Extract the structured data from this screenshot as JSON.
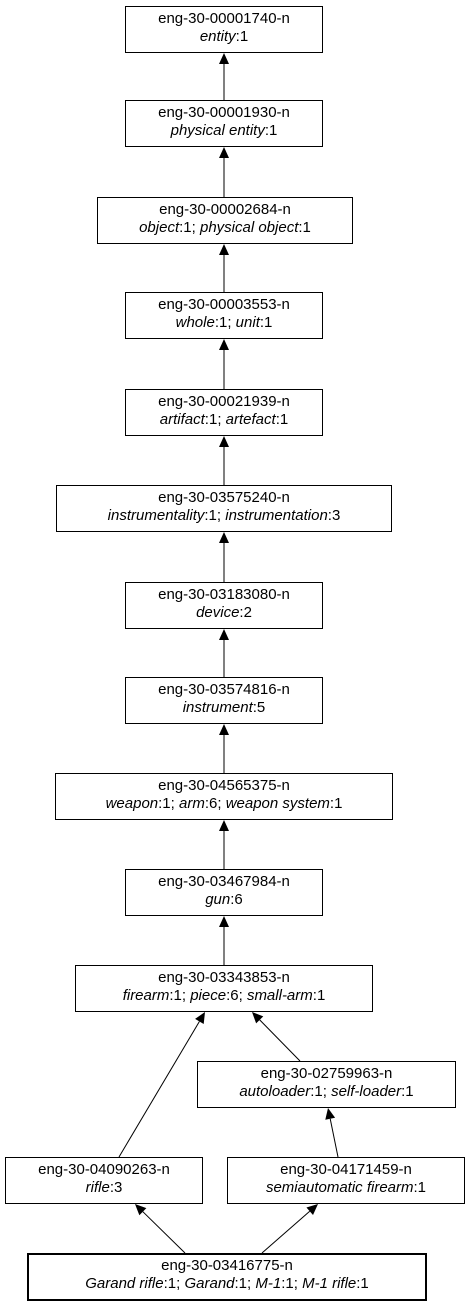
{
  "nodes": [
    {
      "key": "n1",
      "id": "eng-30-00001740-n",
      "lemmas": [
        {
          "w": "entity",
          "s": "1"
        }
      ]
    },
    {
      "key": "n2",
      "id": "eng-30-00001930-n",
      "lemmas": [
        {
          "w": "physical entity",
          "s": "1"
        }
      ]
    },
    {
      "key": "n3",
      "id": "eng-30-00002684-n",
      "lemmas": [
        {
          "w": "object",
          "s": "1"
        },
        {
          "w": "physical object",
          "s": "1"
        }
      ]
    },
    {
      "key": "n4",
      "id": "eng-30-00003553-n",
      "lemmas": [
        {
          "w": "whole",
          "s": "1"
        },
        {
          "w": "unit",
          "s": "1"
        }
      ]
    },
    {
      "key": "n5",
      "id": "eng-30-00021939-n",
      "lemmas": [
        {
          "w": "artifact",
          "s": "1"
        },
        {
          "w": "artefact",
          "s": "1"
        }
      ]
    },
    {
      "key": "n6",
      "id": "eng-30-03575240-n",
      "lemmas": [
        {
          "w": "instrumentality",
          "s": "1"
        },
        {
          "w": "instrumentation",
          "s": "3"
        }
      ]
    },
    {
      "key": "n7",
      "id": "eng-30-03183080-n",
      "lemmas": [
        {
          "w": "device",
          "s": "2"
        }
      ]
    },
    {
      "key": "n8",
      "id": "eng-30-03574816-n",
      "lemmas": [
        {
          "w": "instrument",
          "s": "5"
        }
      ]
    },
    {
      "key": "n9",
      "id": "eng-30-04565375-n",
      "lemmas": [
        {
          "w": "weapon",
          "s": "1"
        },
        {
          "w": "arm",
          "s": "6"
        },
        {
          "w": "weapon system",
          "s": "1"
        }
      ]
    },
    {
      "key": "n10",
      "id": "eng-30-03467984-n",
      "lemmas": [
        {
          "w": "gun",
          "s": "6"
        }
      ]
    },
    {
      "key": "n11",
      "id": "eng-30-03343853-n",
      "lemmas": [
        {
          "w": "firearm",
          "s": "1"
        },
        {
          "w": "piece",
          "s": "6"
        },
        {
          "w": "small-arm",
          "s": "1"
        }
      ]
    },
    {
      "key": "n12",
      "id": "eng-30-02759963-n",
      "lemmas": [
        {
          "w": "autoloader",
          "s": "1"
        },
        {
          "w": "self-loader",
          "s": "1"
        }
      ]
    },
    {
      "key": "n13",
      "id": "eng-30-04090263-n",
      "lemmas": [
        {
          "w": "rifle",
          "s": "3"
        }
      ]
    },
    {
      "key": "n14",
      "id": "eng-30-04171459-n",
      "lemmas": [
        {
          "w": "semiautomatic firearm",
          "s": "1"
        }
      ]
    },
    {
      "key": "n15",
      "id": "eng-30-03416775-n",
      "lemmas": [
        {
          "w": "Garand rifle",
          "s": "1"
        },
        {
          "w": "Garand",
          "s": "1"
        },
        {
          "w": "M-1",
          "s": "1"
        },
        {
          "w": "M-1 rifle",
          "s": "1"
        }
      ],
      "focus": true
    }
  ],
  "edges": [
    {
      "from": "n2",
      "to": "n1"
    },
    {
      "from": "n3",
      "to": "n2"
    },
    {
      "from": "n4",
      "to": "n3"
    },
    {
      "from": "n5",
      "to": "n4"
    },
    {
      "from": "n6",
      "to": "n5"
    },
    {
      "from": "n7",
      "to": "n6"
    },
    {
      "from": "n8",
      "to": "n7"
    },
    {
      "from": "n9",
      "to": "n8"
    },
    {
      "from": "n10",
      "to": "n9"
    },
    {
      "from": "n11",
      "to": "n10"
    },
    {
      "from": "n12",
      "to": "n11"
    },
    {
      "from": "n13",
      "to": "n11"
    },
    {
      "from": "n14",
      "to": "n12"
    },
    {
      "from": "n15",
      "to": "n13"
    },
    {
      "from": "n15",
      "to": "n14"
    }
  ]
}
